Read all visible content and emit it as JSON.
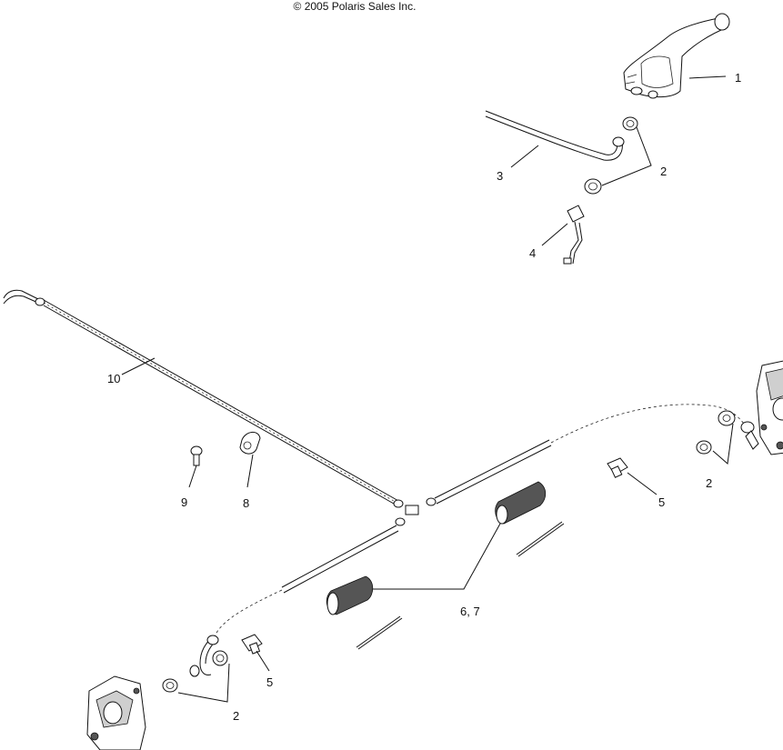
{
  "copyright": "© 2005 Polaris Sales Inc.",
  "callouts": {
    "c1": "1",
    "c2a": "2",
    "c2b": "2",
    "c2c": "2",
    "c3": "3",
    "c4": "4",
    "c5a": "5",
    "c5b": "5",
    "c67": "6,  7",
    "c8": "8",
    "c9": "9",
    "c10": "10"
  }
}
